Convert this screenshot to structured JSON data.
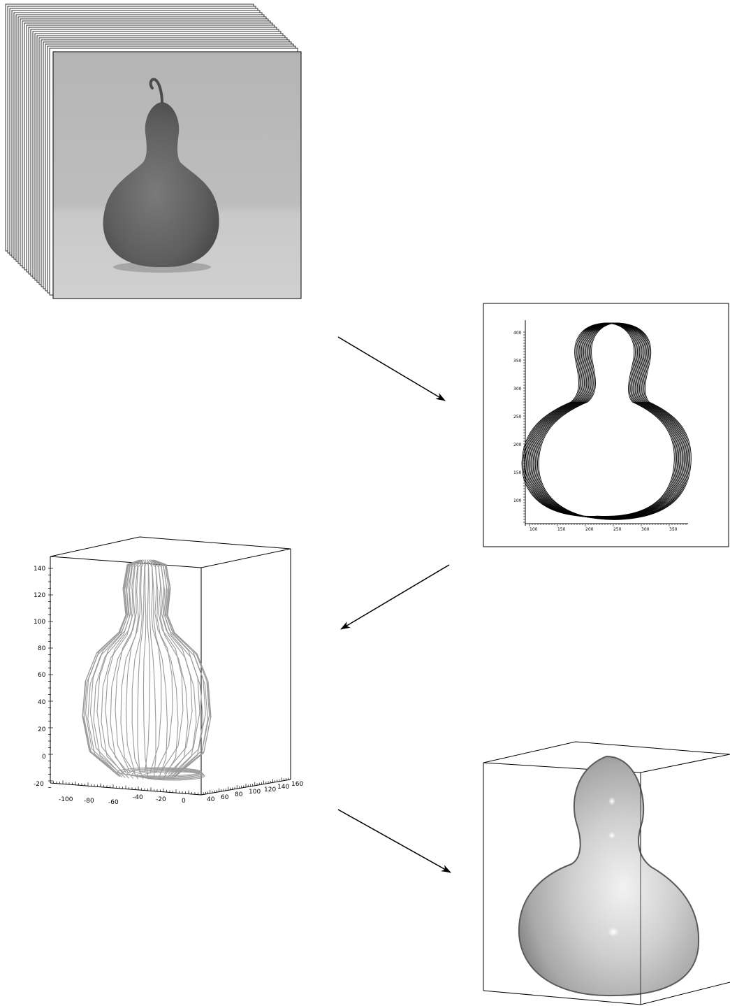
{
  "figure": {
    "panels": [
      {
        "id": "photo_stack",
        "content": "grayscale photo stack of a gourd"
      },
      {
        "id": "contours_2d",
        "content": "2D contour plot"
      },
      {
        "id": "contours_3d",
        "content": "3D contour wireframe"
      },
      {
        "id": "surface_3d",
        "content": "shaded 3D surface"
      }
    ],
    "colors": {
      "line": "#000000",
      "background": "#ffffff",
      "contour_3d": "#9a9a9a",
      "photo_bg": "#b9b9b9"
    }
  },
  "contours_2d": {
    "x_ticks": [
      "100",
      "150",
      "200",
      "250",
      "300",
      "350"
    ],
    "y_ticks": [
      "400",
      "350",
      "300",
      "250",
      "200",
      "150",
      "100"
    ]
  },
  "contours_3d": {
    "z_ticks": [
      "140",
      "120",
      "100",
      "80",
      "60",
      "40",
      "20",
      "0",
      "-20"
    ],
    "x_ticks": [
      "-100",
      "-80",
      "-60",
      "-40",
      "-20",
      "0"
    ],
    "y_ticks": [
      "40",
      "60",
      "80",
      "100",
      "120",
      "140",
      "160"
    ]
  }
}
